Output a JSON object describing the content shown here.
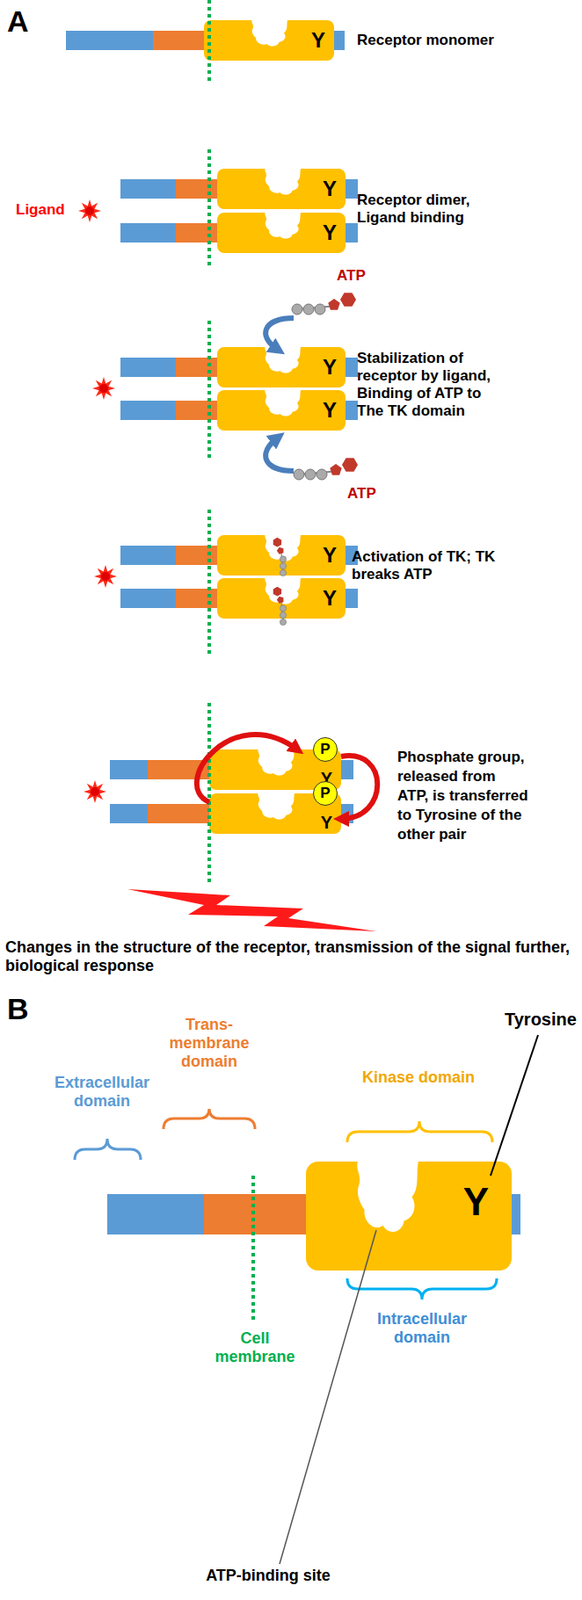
{
  "diagram": {
    "nodes": [
      {
        "text": [
          "Y"
        ]
      },
      {
        "text": [
          "Y"
        ]
      },
      {
        "text": [
          "Y"
        ]
      },
      {
        "text": [
          "Y"
        ]
      },
      {
        "text": [
          "Y"
        ]
      },
      {
        "text": [
          "Y"
        ]
      },
      {
        "text": [
          "Y"
        ]
      },
      {
        "text": [
          "Y"
        ]
      },
      {
        "text": [
          "P"
        ],
        "in": 7
      },
      {
        "text": [
          "Y"
        ]
      },
      {
        "text": [
          "P"
        ],
        "in": 9
      },
      {
        "text": [
          "Y"
        ]
      }
    ],
    "edges": [
      {
        "from": 9,
        "to": 7,
        "arrow": "to"
      },
      {
        "from": 7,
        "to": 9,
        "arrow": "to"
      }
    ],
    "labels": [
      "A",
      "Receptor monomer",
      "Receptor dimer, Ligand binding",
      "Ligand",
      "ATP",
      "Stabilization of receptor by ligand, Binding of ATP to The TK domain",
      "ATP",
      "Activation of TK; TK breaks ATP",
      "Phosphate group, released from ATP, is transferred to Tyrosine of the other pair",
      "Changes in the structure of the receptor, transmission of the signal further, biological response",
      "B",
      "Trans-membrane domain",
      "Extracellular domain",
      "Kinase domain",
      "Tyrosine",
      "Cell membrane",
      "Intracellular domain",
      "ATP-binding site"
    ]
  }
}
